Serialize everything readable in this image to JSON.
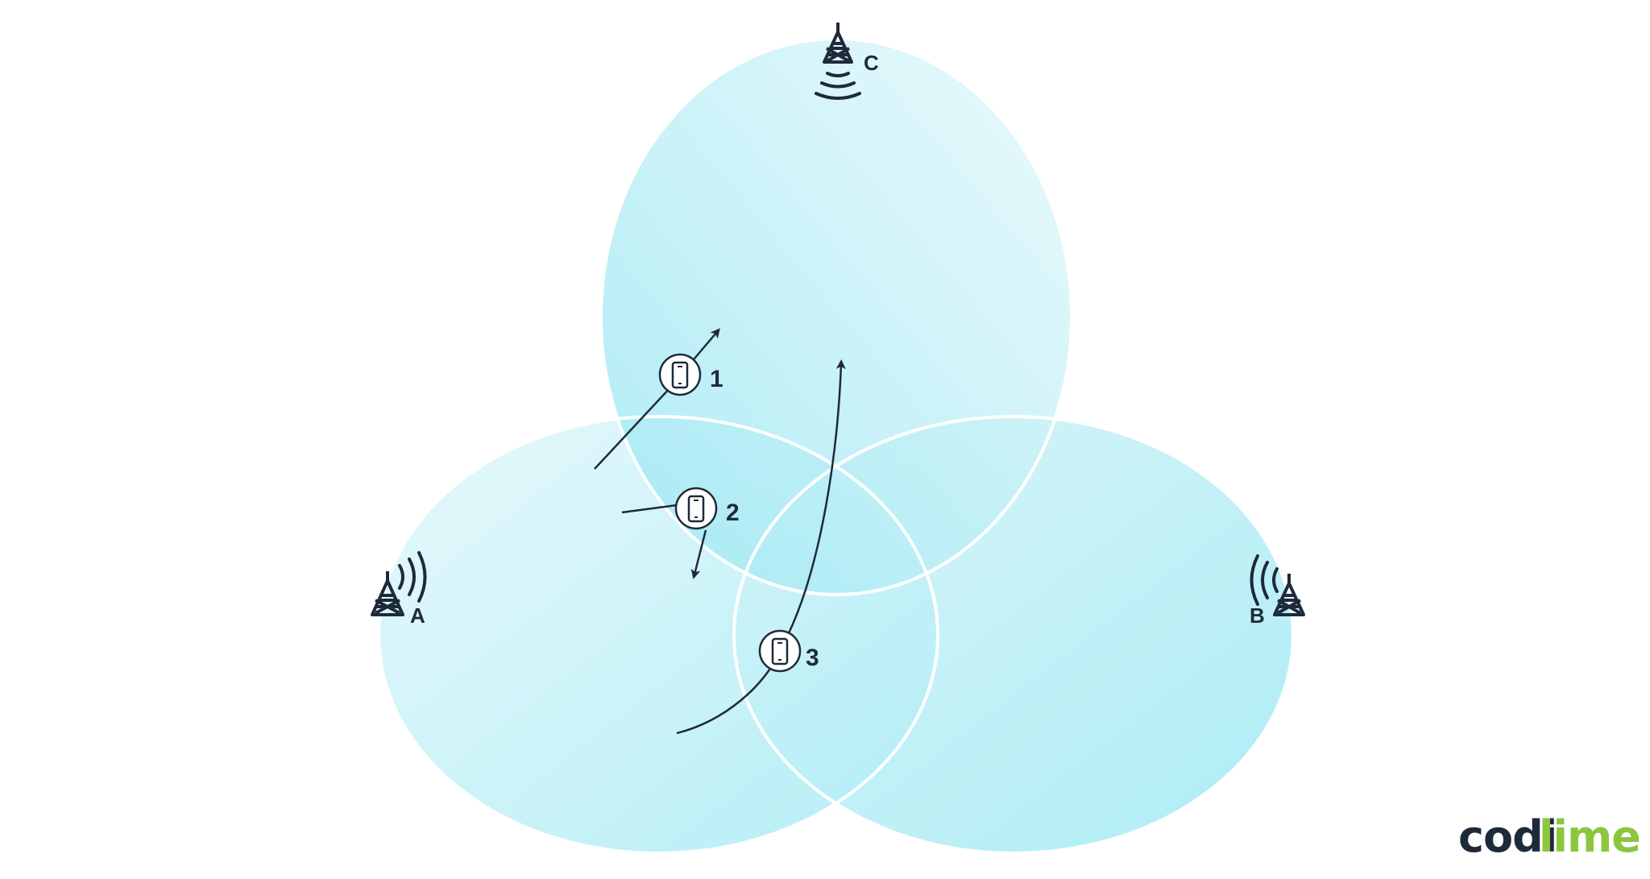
{
  "towers": [
    {
      "id": "A",
      "label": "A"
    },
    {
      "id": "B",
      "label": "B"
    },
    {
      "id": "C",
      "label": "C"
    }
  ],
  "devices": [
    {
      "id": "1",
      "label": "1"
    },
    {
      "id": "2",
      "label": "2"
    },
    {
      "id": "3",
      "label": "3"
    }
  ],
  "logo": {
    "part1": "codi",
    "part2": "lime"
  },
  "colors": {
    "cell_fill": "#8fe3ef",
    "cell_border": "#ffffff",
    "ink": "#1e2a3a",
    "logo_accent": "#8cc63f"
  },
  "icons": {
    "tower": "radio-tower-icon",
    "phone": "smartphone-icon",
    "signal": "signal-waves-icon"
  }
}
